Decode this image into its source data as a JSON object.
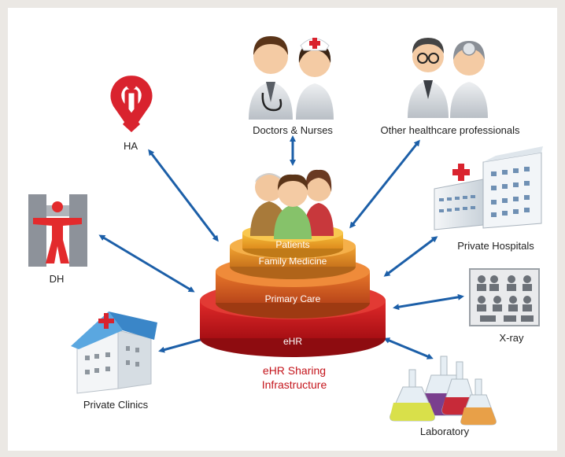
{
  "nodes": {
    "doctors_nurses": "Doctors & Nurses",
    "other_professionals": "Other healthcare professionals",
    "ha": "HA",
    "dh": "DH",
    "private_hospitals": "Private Hospitals",
    "xray": "X-ray",
    "private_clinics": "Private Clinics",
    "laboratory": "Laboratory"
  },
  "tiers": {
    "patients": "Patients",
    "family_medicine": "Family Medicine",
    "primary_care": "Primary Care",
    "ehr": "eHR"
  },
  "center": {
    "line1": "eHR Sharing",
    "line2": "Infrastructure"
  },
  "colors": {
    "arrow": "#1c5fa8",
    "ha_red": "#d9232e",
    "ehr_red": "#c4151c",
    "tier_orange": "#e08a1e",
    "tier_dark_orange": "#d4561b",
    "tier_yellow": "#f0a62a"
  }
}
